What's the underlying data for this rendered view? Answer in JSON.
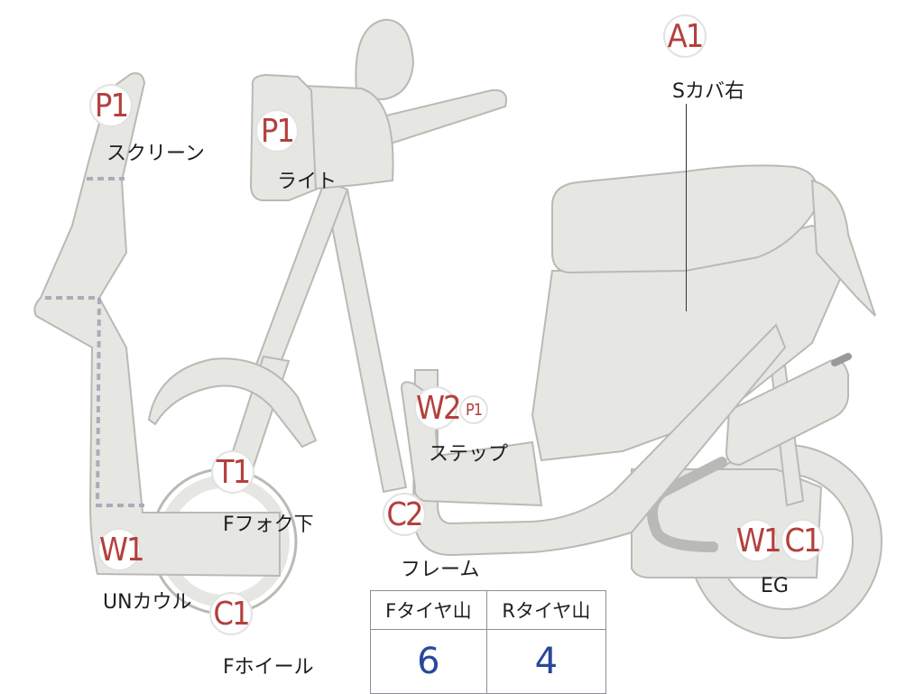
{
  "colors": {
    "part_fill": "#e6e6e2",
    "part_stroke": "#b9b9b5",
    "badge_text": "#b3403d",
    "value_text": "#28489a",
    "dash": "#a9adb8"
  },
  "parts": {
    "screen": {
      "code": "P1",
      "label": "スクリーン"
    },
    "light": {
      "code": "P1",
      "label": "ライト"
    },
    "side_cover_right": {
      "code": "A1",
      "label": "Sカバ右"
    },
    "step": {
      "code": "W2",
      "sub_code": "P1",
      "label": "ステップ"
    },
    "front_fork_lower": {
      "code": "T1",
      "label": "Fフォク下"
    },
    "frame": {
      "code": "C2",
      "label": "フレーム"
    },
    "under_cowl": {
      "code": "W1",
      "label": "UNカウル"
    },
    "front_wheel": {
      "code": "C1",
      "label": "Fホイール"
    },
    "engine": {
      "codes": [
        "W1",
        "C1"
      ],
      "label": "EG"
    }
  },
  "tire_table": {
    "headers": [
      "Fタイヤ山",
      "Rタイヤ山"
    ],
    "values": [
      "6",
      "4"
    ]
  }
}
